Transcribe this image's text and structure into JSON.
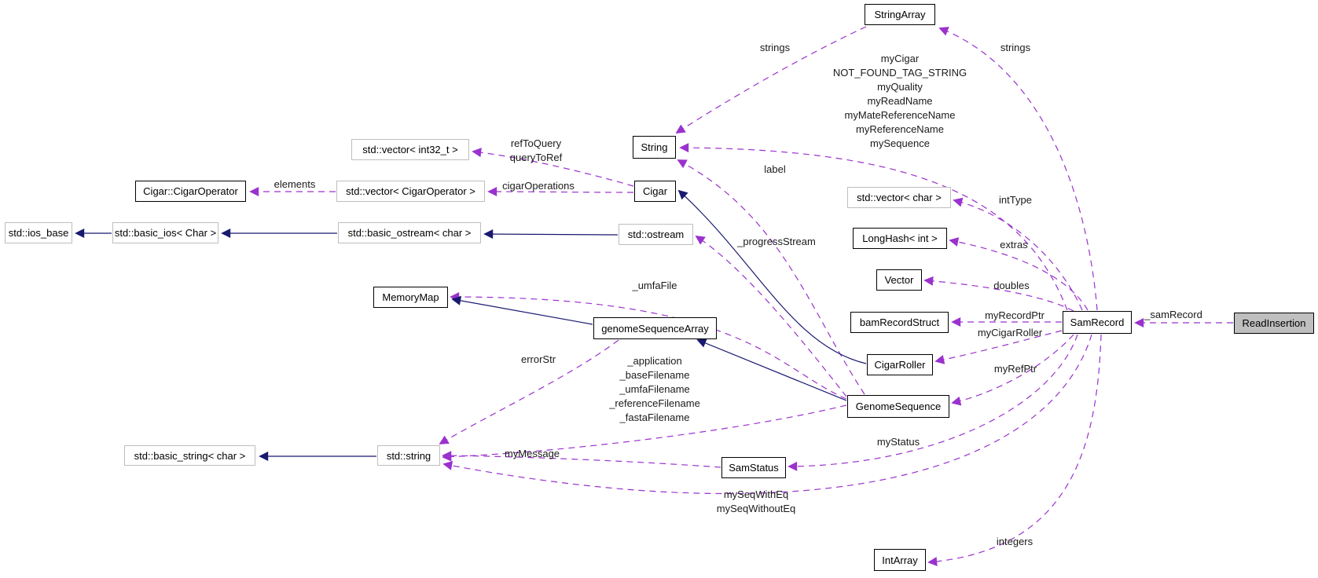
{
  "diagram": {
    "kind": "collaboration graph",
    "focus_node": "ReadInsertion"
  },
  "colors": {
    "inheritance_edge": "#191970",
    "usage_edge": "#9a32cd",
    "node_fill": "#ffffff",
    "selected_node_fill": "#bfbfbf",
    "documented_node_border": "#000000",
    "external_node_border": "#bebebe"
  },
  "nodes": {
    "stringArray": {
      "label": "StringArray"
    },
    "string": {
      "label": "String"
    },
    "vecInt32": {
      "label": "std::vector< int32_t >"
    },
    "cigarOperator": {
      "label": "Cigar::CigarOperator"
    },
    "vecCigarOp": {
      "label": "std::vector< CigarOperator >"
    },
    "cigar": {
      "label": "Cigar"
    },
    "iosBase": {
      "label": "std::ios_base"
    },
    "basicIos": {
      "label": "std::basic_ios< Char >"
    },
    "basicOstream": {
      "label": "std::basic_ostream< char >"
    },
    "ostream": {
      "label": "std::ostream"
    },
    "vecChar": {
      "label": "std::vector< char >"
    },
    "longHash": {
      "label": "LongHash< int >"
    },
    "vector": {
      "label": "Vector"
    },
    "memoryMap": {
      "label": "MemoryMap"
    },
    "bamRecordStruct": {
      "label": "bamRecordStruct"
    },
    "genomeSequenceArray": {
      "label": "genomeSequenceArray"
    },
    "samRecord": {
      "label": "SamRecord"
    },
    "cigarRoller": {
      "label": "CigarRoller"
    },
    "readInsertion": {
      "label": "ReadInsertion"
    },
    "genomeSequence": {
      "label": "GenomeSequence"
    },
    "basicString": {
      "label": "std::basic_string< char >"
    },
    "stdString": {
      "label": "std::string"
    },
    "samStatus": {
      "label": "SamStatus"
    },
    "intArray": {
      "label": "IntArray"
    }
  },
  "edges": [
    {
      "from": "StringArray",
      "to": "String",
      "type": "usage",
      "label": "strings"
    },
    {
      "from": "SamRecord",
      "to": "String",
      "type": "usage",
      "label": "myCigar\nNOT_FOUND_TAG_STRING\nmyQuality\nmyReadName\nmyMateReferenceName\nmyReferenceName\nmySequence"
    },
    {
      "from": "GenomeSequence",
      "to": "String",
      "type": "usage",
      "label": "label"
    },
    {
      "from": "SamRecord",
      "to": "StringArray",
      "type": "usage",
      "label": "strings"
    },
    {
      "from": "Cigar",
      "to": "std::vector< int32_t >",
      "type": "usage",
      "label": "refToQuery\nqueryToRef"
    },
    {
      "from": "Cigar",
      "to": "std::vector< CigarOperator >",
      "type": "usage",
      "label": "cigarOperations"
    },
    {
      "from": "std::vector< CigarOperator >",
      "to": "Cigar::CigarOperator",
      "type": "usage",
      "label": "elements"
    },
    {
      "from": "SamRecord",
      "to": "std::vector< char >",
      "type": "usage",
      "label": "intType"
    },
    {
      "from": "SamRecord",
      "to": "LongHash< int >",
      "type": "usage",
      "label": "extras"
    },
    {
      "from": "GenomeSequence",
      "to": "std::ostream",
      "type": "usage",
      "label": "_progressStream"
    },
    {
      "from": "SamRecord",
      "to": "Vector",
      "type": "usage",
      "label": "doubles"
    },
    {
      "from": "GenomeSequence",
      "to": "MemoryMap",
      "type": "usage",
      "label": "_umfaFile"
    },
    {
      "from": "SamRecord",
      "to": "bamRecordStruct",
      "type": "usage",
      "label": "myRecordPtr"
    },
    {
      "from": "SamRecord",
      "to": "CigarRoller",
      "type": "usage",
      "label": "myCigarRoller"
    },
    {
      "from": "ReadInsertion",
      "to": "SamRecord",
      "type": "usage",
      "label": "_samRecord"
    },
    {
      "from": "SamRecord",
      "to": "GenomeSequence",
      "type": "usage",
      "label": "myRefPtr"
    },
    {
      "from": "genomeSequenceArray",
      "to": "std::string",
      "type": "usage",
      "label": "errorStr"
    },
    {
      "from": "GenomeSequence",
      "to": "std::string",
      "type": "usage",
      "label": "_application\n_baseFilename\n_umfaFilename\n_referenceFilename\n_fastaFilename"
    },
    {
      "from": "SamStatus",
      "to": "std::string",
      "type": "usage",
      "label": "myMessage"
    },
    {
      "from": "SamRecord",
      "to": "SamStatus",
      "type": "usage",
      "label": "myStatus"
    },
    {
      "from": "SamRecord",
      "to": "std::string",
      "type": "usage",
      "label": "mySeqWithEq\nmySeqWithoutEq"
    },
    {
      "from": "SamRecord",
      "to": "IntArray",
      "type": "usage",
      "label": "integers"
    },
    {
      "from": "std::basic_ios< Char >",
      "to": "std::ios_base",
      "type": "inheritance",
      "label": ""
    },
    {
      "from": "std::basic_ostream< char >",
      "to": "std::basic_ios< Char >",
      "type": "inheritance",
      "label": ""
    },
    {
      "from": "std::ostream",
      "to": "std::basic_ostream< char >",
      "type": "inheritance",
      "label": ""
    },
    {
      "from": "CigarRoller",
      "to": "Cigar",
      "type": "inheritance",
      "label": ""
    },
    {
      "from": "genomeSequenceArray",
      "to": "MemoryMap",
      "type": "inheritance",
      "label": ""
    },
    {
      "from": "GenomeSequence",
      "to": "genomeSequenceArray",
      "type": "inheritance",
      "label": ""
    },
    {
      "from": "std::string",
      "to": "std::basic_string< char >",
      "type": "inheritance",
      "label": ""
    }
  ]
}
